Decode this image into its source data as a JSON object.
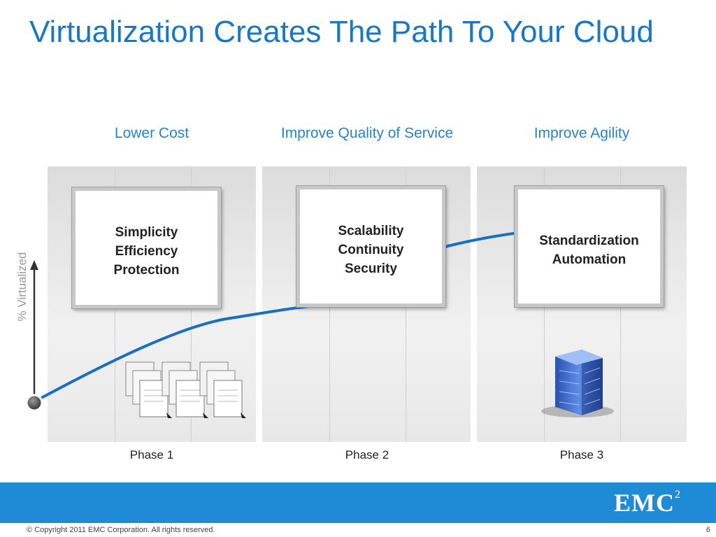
{
  "slide": {
    "title": "Virtualization Creates The Path To Your Cloud",
    "y_axis_label": "% Virtualized"
  },
  "columns": [
    {
      "header": "Lower Cost",
      "card_lines": [
        "Simplicity",
        "Efficiency",
        "Protection"
      ],
      "phase": "Phase 1"
    },
    {
      "header": "Improve Quality of Service",
      "card_lines": [
        "Scalability",
        "Continuity",
        "Security"
      ],
      "phase": "Phase 2"
    },
    {
      "header": "Improve Agility",
      "card_lines": [
        "Standardization",
        "Automation"
      ],
      "phase": "Phase 3"
    }
  ],
  "footer": {
    "logo": "EMC",
    "logo_sup": "2",
    "copyright": "© Copyright 2011 EMC Corporation. All rights reserved.",
    "page_number": "6"
  },
  "colors": {
    "title": "#1a78c2",
    "curve": "#1a6fc0",
    "footer_bar": "#1f8ad6"
  },
  "icons": [
    "document-stack-icon",
    "office-building-icon"
  ]
}
